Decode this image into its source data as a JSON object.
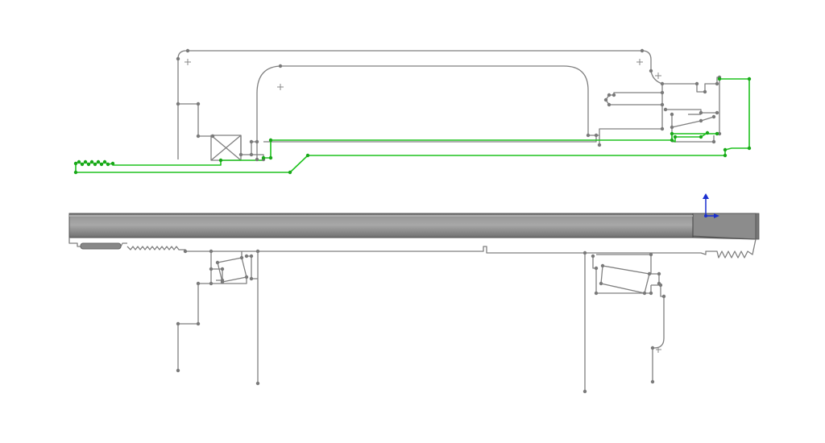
{
  "app": "CAD sketch view",
  "colors": {
    "sketch_line": "#7f7f7f",
    "selected_sketch": "#1fc21f",
    "point": "#7a7a7a",
    "shaft_body": "#8d8d8d",
    "triad_axis": "#1a2fd0"
  },
  "elements": [
    "upper-sketch-profile",
    "selected-green-profile",
    "shaft-solid-body",
    "lower-sketch-profile",
    "coordinate-triad-icon"
  ]
}
